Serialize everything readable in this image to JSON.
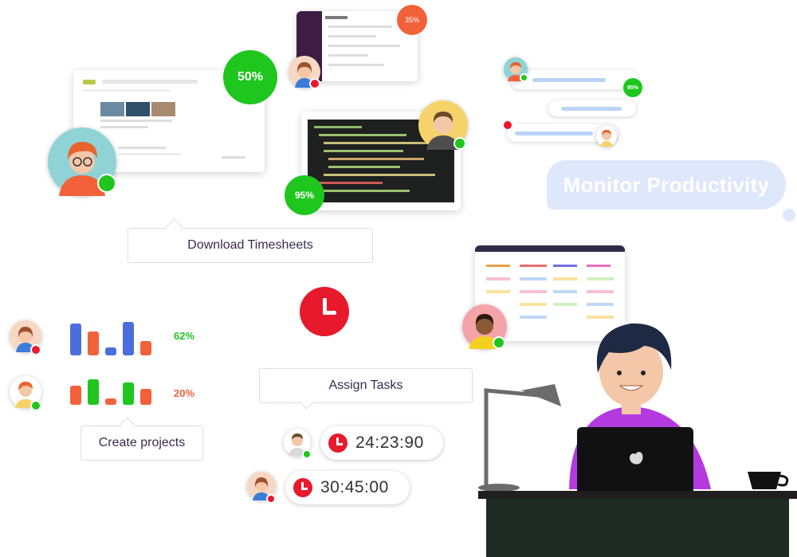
{
  "monitor": {
    "label": "Monitor Productivity"
  },
  "badges": {
    "browser": "50%",
    "slack": "35%",
    "code": "95%",
    "chat": "95%"
  },
  "callouts": {
    "download": "Download Timesheets",
    "assign": "Assign Tasks",
    "create": "Create projects"
  },
  "stats": {
    "row1_percent": "62%",
    "row2_percent": "20%"
  },
  "timers": {
    "timer1": "24:23:90",
    "timer2": "30:45:00"
  },
  "colors": {
    "green": "#1ec61e",
    "red": "#e8192c",
    "orange": "#f2613a",
    "blue": "#4a6fdc",
    "lavender": "#dfe7fb"
  }
}
